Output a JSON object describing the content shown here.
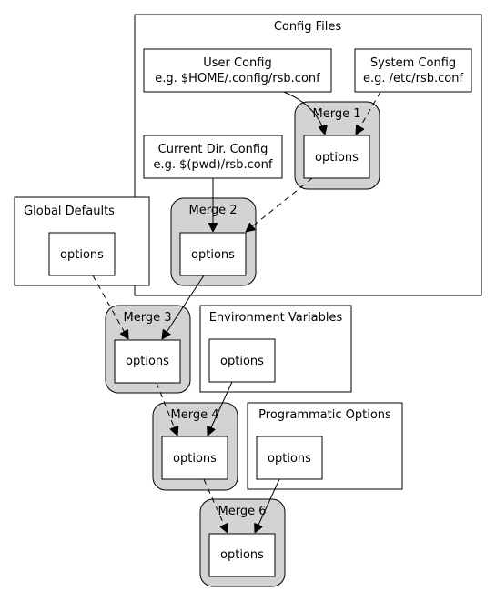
{
  "clusters": {
    "config_files": "Config Files",
    "global_defaults": "Global Defaults",
    "environment_variables": "Environment Variables",
    "programmatic_options": "Programmatic Options"
  },
  "sources": {
    "user_config": {
      "line1": "User Config",
      "line2": "e.g. $HOME/.config/rsb.conf"
    },
    "system_config": {
      "line1": "System Config",
      "line2": "e.g. /etc/rsb.conf"
    },
    "current_dir_config": {
      "line1": "Current Dir. Config",
      "line2": "e.g. $(pwd)/rsb.conf"
    }
  },
  "merges": {
    "merge1": "Merge 1",
    "merge2": "Merge 2",
    "merge3": "Merge 3",
    "merge4": "Merge 4",
    "merge6": "Merge 6"
  },
  "options_label": "options"
}
